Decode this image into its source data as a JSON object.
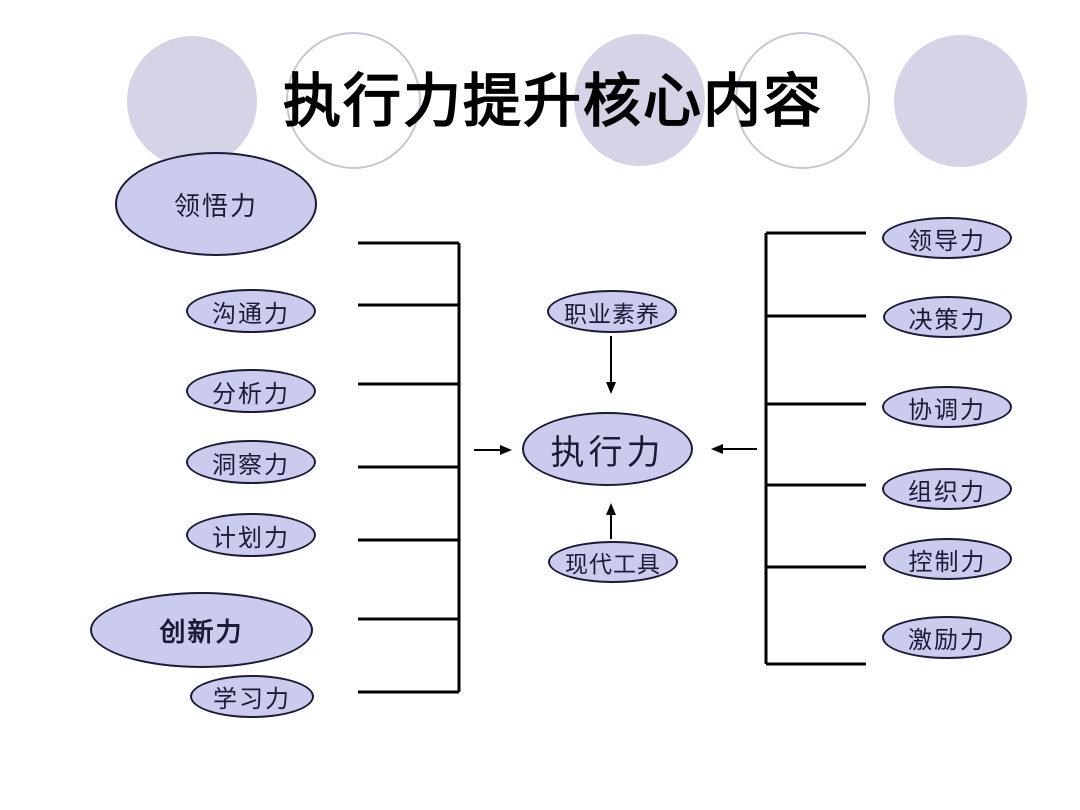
{
  "slide": {
    "title": "执行力提升核心内容"
  },
  "diagram": {
    "center": {
      "label": "执行力"
    },
    "top_input": {
      "label": "职业素养"
    },
    "bottom_input": {
      "label": "现代工具"
    },
    "left": [
      {
        "label": "领悟力"
      },
      {
        "label": "沟通力"
      },
      {
        "label": "分析力"
      },
      {
        "label": "洞察力"
      },
      {
        "label": "计划力"
      },
      {
        "label": "创新力"
      },
      {
        "label": "学习力"
      }
    ],
    "right": [
      {
        "label": "领导力"
      },
      {
        "label": "决策力"
      },
      {
        "label": "协调力"
      },
      {
        "label": "组织力"
      },
      {
        "label": "控制力"
      },
      {
        "label": "激励力"
      }
    ]
  },
  "colors": {
    "node_fill": "#cbcbee",
    "node_border": "#1b1b38",
    "node_text": "#1b1b38",
    "connector_line": "#000000",
    "decorative_circle_fill": "#d4d4e6",
    "decorative_ring_border": "#c6c6d4",
    "title_text": "#000000",
    "background": "#ffffff"
  }
}
